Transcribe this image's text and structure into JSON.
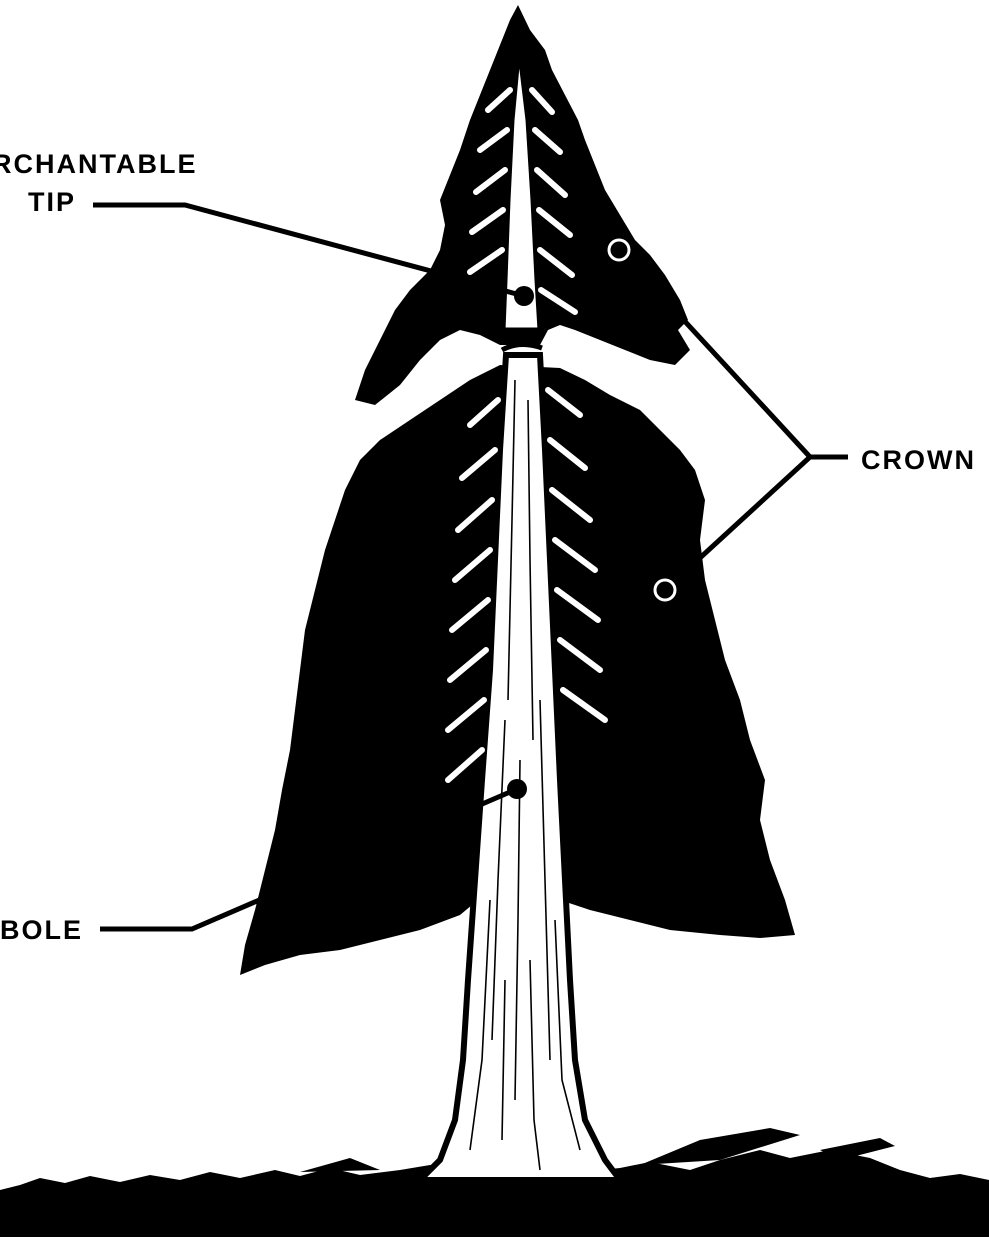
{
  "labels": {
    "unmerchantable_tip_line1": "RCHANTABLE",
    "unmerchantable_tip_line2": "TIP",
    "crown": "CROWN",
    "bole": "BOLE"
  },
  "colors": {
    "ink": "#000000",
    "paper": "#ffffff"
  }
}
